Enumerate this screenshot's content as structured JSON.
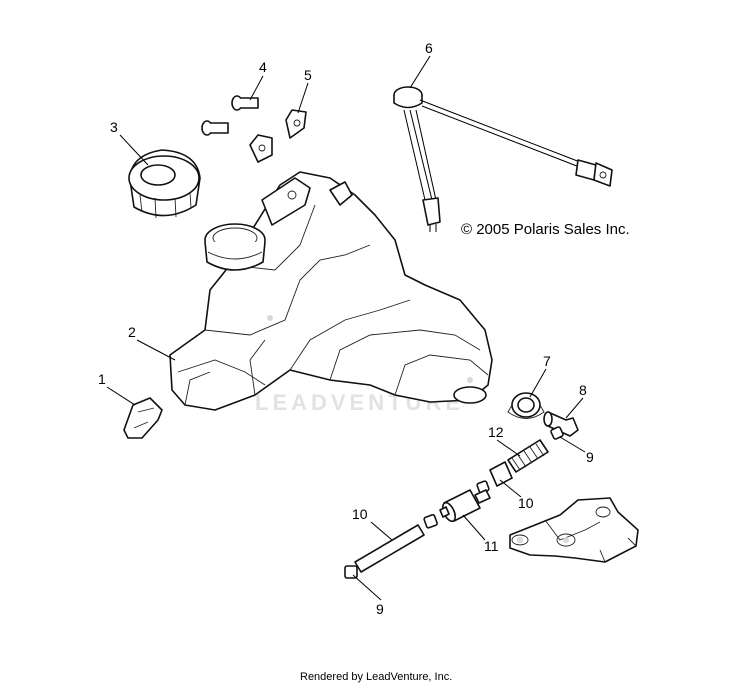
{
  "copyright": "© 2005 Polaris Sales Inc.",
  "footer": "Rendered by LeadVenture, Inc.",
  "watermark": "LEADVENTURE",
  "callouts": {
    "c1": "1",
    "c2": "2",
    "c3": "3",
    "c4": "4",
    "c5": "5",
    "c6": "6",
    "c7": "7",
    "c8": "8",
    "c9a": "9",
    "c9b": "9",
    "c10a": "10",
    "c10b": "10",
    "c11": "11",
    "c12": "12"
  }
}
